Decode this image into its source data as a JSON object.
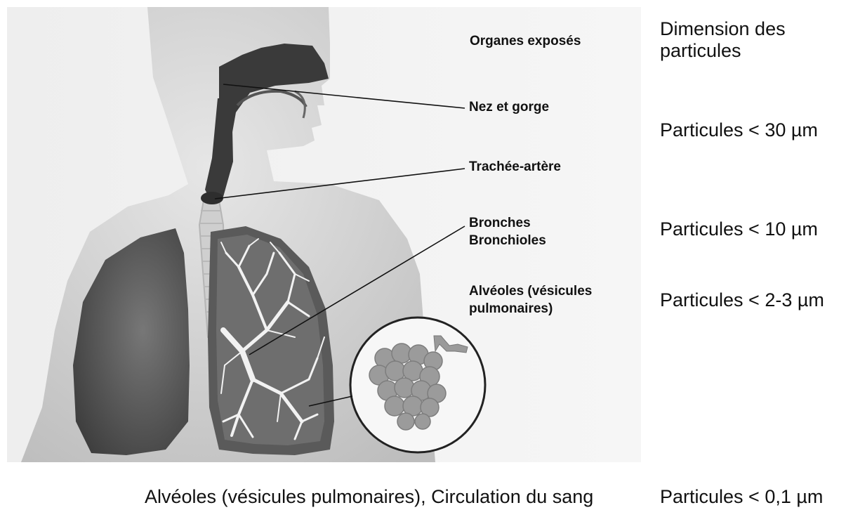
{
  "header": {
    "organs_title": "Organes exposés",
    "size_title_line1": "Dimension des",
    "size_title_line2": "particules"
  },
  "rows": [
    {
      "organ_lines": [
        "Nez et gorge"
      ],
      "size": "Particules < 30 µm"
    },
    {
      "organ_lines": [
        "Trachée-artère"
      ],
      "size": ""
    },
    {
      "organ_lines": [
        "Bronches",
        "Bronchioles"
      ],
      "size": "Particules < 10 µm"
    },
    {
      "organ_lines": [
        "Alvéoles (vésicules",
        "pulmonaires)"
      ],
      "size": "Particules < 2-3 µm"
    }
  ],
  "bottom_row": {
    "organ": "Alvéoles (vésicules pulmonaires), Circulation du sang",
    "size": "Particules < 0,1 µm"
  },
  "colors": {
    "background_panel": "#f1f1f1",
    "body_light": "#d3d3d3",
    "airway_dark": "#3c3c3c",
    "lung_dark": "#5c5c5c",
    "text": "#111111"
  },
  "icons": [
    "human-torso-illustration",
    "alveoli-magnifier-icon"
  ]
}
